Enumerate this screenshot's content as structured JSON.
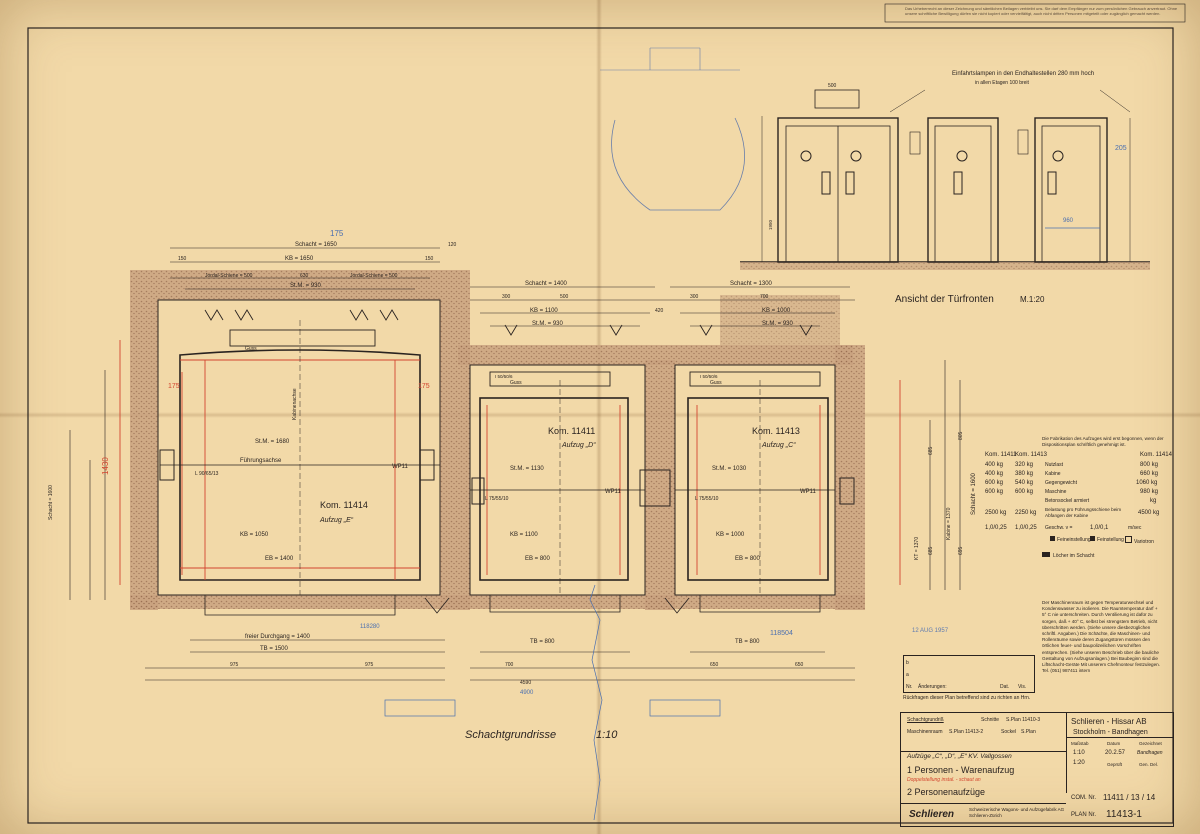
{
  "header_note": "Das Urheberrecht an dieser Zeichnung und sämtlichen Beilagen verbleibt uns. Sie darf dem Empfänger nur zum persönlichen Gebrauch anvertraut. Ohne unsere schriftliche Bewilligung dürfen sie nicht kopiert oder vervielfältigt, auch nicht dritten Personen mitgeteilt oder zugänglich gemacht werden.",
  "door_view": {
    "note_line1": "Einfahrtslampen in den Endhaltestellen 280 mm hoch",
    "note_line2": "in allen Etagen 100 breit",
    "title": "Ansicht der Türfronten",
    "scale": "M.1:20",
    "dim_500": "500",
    "dim_205": "205",
    "dim_960": "960",
    "dim_1950": "1950"
  },
  "plan": {
    "title": "Schachtgrundrisse",
    "scale": "1:10",
    "shaft_e": "Schacht = 1650",
    "shaft_e_pencil": "175",
    "kb_e": "KB = 1650",
    "stm_e": "St.M. = 930",
    "rail_left": "Jordal-Schiene = 500",
    "rail_right": "Jordal-Schiene = 500",
    "dim_150a": "150",
    "dim_150b": "150",
    "dim_630": "630",
    "dim_120": "120",
    "shaft_d": "Schacht = 1400",
    "shaft_c": "Schacht = 1300",
    "kb_d": "KB = 1100",
    "stm_d": "St.M. = 930",
    "kb_c": "KB = 1000",
    "stm_c": "St.M. = 930",
    "dim_420": "420",
    "dim_300a": "300",
    "dim_300b": "300",
    "dim_500a": "500",
    "dim_700": "700",
    "guss_a": "Guss",
    "guss_b": "Guss",
    "guss_c": "Guss",
    "beam_a": "I 50/50/6",
    "beam_b": "I 50/50/6",
    "car_e_kom": "Kom. 11414",
    "car_e_name": "Aufzug „E“",
    "car_d_kom": "Kom. 11411",
    "car_d_name": "Aufzug „D“",
    "car_c_kom": "Kom. 11413",
    "car_c_name": "Aufzug „C“",
    "fuehrungsachse": "Führungsachse",
    "kabinenachse": "Kabinenachse",
    "stm_1680": "St.M. = 1680",
    "stm_1130": "St.M. = 1130",
    "stm_1030": "St.M. = 1030",
    "kb_1050": "KB = 1050",
    "kb_1100": "KB = 1100",
    "kb_1000": "KB = 1000",
    "eb_1400": "EB = 1400",
    "eb_800a": "EB = 800",
    "eb_800b": "EB = 800",
    "wp_a": "WP11",
    "wp_b": "WP11",
    "wp_c": "WP11",
    "profile_a": "L 90/65/13",
    "profile_b": "L 75/55/10",
    "profile_c": "L 75/55/10",
    "freier_durchgang": "freier Durchgang = 1400",
    "tb_1500": "TB = 1500",
    "tb_800a": "TB = 800",
    "tb_800b": "TB = 800",
    "dim_975a": "975",
    "dim_975b": "975",
    "dim_700b": "700",
    "dim_650a": "650",
    "dim_650b": "650",
    "dim_4590": "4590",
    "dim_4900": "4900",
    "shaft_1600_left": "Schacht = 1600",
    "shaft_1600_right": "Schacht = 1600",
    "kabine_1370": "Kabine = 1370",
    "kt_1370": "KT = 1370",
    "dim_685a": "685",
    "dim_685b": "685",
    "dim_805": "805",
    "dim_695": "695",
    "num_118280": "118280",
    "num_118504": "118504",
    "red_175": "175",
    "red_1430": "1430",
    "stamp_date": "12 AUG 1957"
  },
  "specs": {
    "col_head_a": "Kom. 11411",
    "col_head_b": "Kom. 11413",
    "col_head_c": "Kom. 11414",
    "rows": [
      {
        "a": "400 kg",
        "b": "320 kg",
        "label": "Nutzlast",
        "c": "800 kg"
      },
      {
        "a": "400 kg",
        "b": "380 kg",
        "label": "Kabine",
        "c": "660 kg"
      },
      {
        "a": "600 kg",
        "b": "540 kg",
        "label": "Gegengewicht",
        "c": "1060 kg"
      },
      {
        "a": "600 kg",
        "b": "600 kg",
        "label": "Maschine",
        "c": "980 kg"
      },
      {
        "a": "",
        "b": "",
        "label": "Betonsockel armiert",
        "c": "kg"
      }
    ],
    "belastung_a": "2500 kg",
    "belastung_b": "2250 kg",
    "belastung_label": "Belastung pro Führungsschiene beim Abfangen der Kabine",
    "belastung_c": "4500 kg",
    "speed_a": "1,0/0,25",
    "speed_b": "1,0/0,25",
    "speed_label": "Geschw. v =",
    "speed_c": "1,0/0,1",
    "speed_unit": "m/sec",
    "opt1": "Feineinstellung",
    "opt2": "Feinstellung",
    "opt3": "Variotron",
    "loecher": "Löcher im Schacht",
    "fabrication_note": "Die Fabrikation des Aufzuges wird erst begonnen, wenn der Dispositionsplan schriftlich genehmigt ist."
  },
  "notes_text": "Der Maschinenraum ist gegen Temperaturwechsel und Kondenswasser zu isolieren. Die Raumtemperatur darf + 5° C nie unterschreiten. Durch Ventilierung ist dafür zu sorgen, daß + 40° C, selbst bei strengstem Betrieb, nicht überschritten werden. (Siehe unsere diesbezüglichen schriftl. Angaben.) Die Schächte, die Maschinen- und Rollenräume sowie deren Zugangstüren müssen den örtlichen feuer- und baupolizeilichen Vorschriften entsprechen. (Siehe unseren Beschrieb über die bauliche Gestaltung von Aufzugsanlagen.) Bei Baubeginn sind die Liftschacht-Geräte Mit unserem Chefmonteur festzulegen. Tel. (051) 987411 intern",
  "revision": {
    "row_b": "b",
    "row_a": "a",
    "row_nr": "Nr.",
    "aenderungen": "Änderungen:",
    "datum": "Dat.",
    "visa": "Vis.",
    "note": "Rückfragen dieser Plan betreffend sind zu richten an Hrn."
  },
  "title_block": {
    "ref1_label": "Schachtgrundriß",
    "ref2_label": "Schnitte",
    "ref2_val": "S.Plan 11410-3",
    "ref3_label": "Maschinenraum",
    "ref3_val": "S.Plan 11413-2",
    "ref4_label": "Sockel",
    "ref4_val": "S.Plan",
    "company": "Schlieren - Hissar AB",
    "city": "Stockholm - Bandhagen",
    "project": "Aufzüge „C“, „D“, „E“ KV. Vallgossen",
    "line1": "1 Personen - Warenaufzug",
    "line1_pencil": "Doppelstellung instal. - schaut an",
    "line2": "2 Personenaufzüge",
    "massstab_label": "Maßstab",
    "massstab_1": "1:10",
    "massstab_2": "1:20",
    "datum_label": "Datum",
    "datum_val": "20.2.57",
    "gezeichnet_label": "Gezeichnet",
    "gezeichnet_val": "Bandhagen",
    "geprueft_label": "Geprüft",
    "gen_label": "Gen. Del.",
    "com_label": "COM. Nr.",
    "com_val": "11411 / 13 / 14",
    "plan_label": "PLAN Nr.",
    "plan_val": "11413-1",
    "logo": "Schlieren",
    "maker": "Schweizerische Wagons- und Aufzügefabrik AG Schlieren-Zürich"
  },
  "colors": {
    "paper": "#f2d9a8",
    "ink": "#2a2320",
    "red": "#d2452f",
    "pencil": "#4a6fb0",
    "wall": "#b58b6a"
  }
}
